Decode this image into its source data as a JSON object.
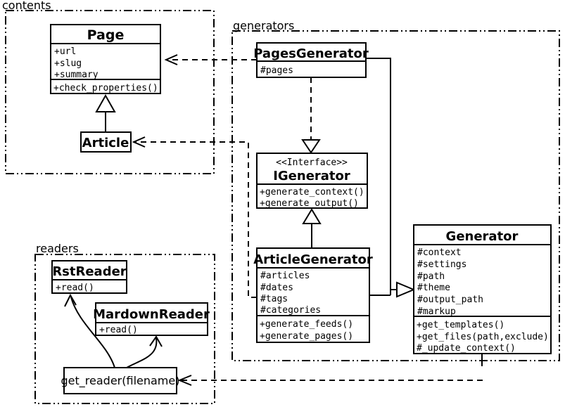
{
  "diagram_type": "uml-class-diagram",
  "colors": {
    "ink": "#000000",
    "paper": "#ffffff"
  },
  "packages": {
    "contents": {
      "label": "contents"
    },
    "generators": {
      "label": "generators"
    },
    "readers": {
      "label": "readers"
    }
  },
  "classes": {
    "page": {
      "name": "Page",
      "attributes": [
        "+url",
        "+slug",
        "+summary"
      ],
      "methods": [
        "+check_properties()"
      ]
    },
    "article": {
      "name": "Article"
    },
    "pages_generator": {
      "name": "PagesGenerator",
      "attributes": [
        "#pages"
      ]
    },
    "igenerator": {
      "stereotype": "<<Interface>>",
      "name": "IGenerator",
      "methods": [
        "+generate_context()",
        "+generate_output()"
      ]
    },
    "article_generator": {
      "name": "ArticleGenerator",
      "attributes": [
        "#articles",
        "#dates",
        "#tags",
        "#categories"
      ],
      "methods": [
        "+generate_feeds()",
        "+generate_pages()"
      ]
    },
    "generator": {
      "name": "Generator",
      "attributes": [
        "#context",
        "#settings",
        "#path",
        "#theme",
        "#output_path",
        "#markup"
      ],
      "methods": [
        "+get_templates()",
        "+get_files(path,exclude)",
        "#_update_context()"
      ]
    },
    "rst_reader": {
      "name": "RstReader",
      "methods": [
        "+read()"
      ]
    },
    "mardown_reader": {
      "name": "MardownReader",
      "methods": [
        "+read()"
      ]
    },
    "get_reader": {
      "label": "get_reader(filename)"
    }
  },
  "relationships": [
    {
      "type": "inheritance",
      "from": "Article",
      "to": "Page"
    },
    {
      "type": "dependency",
      "from": "PagesGenerator",
      "to": "Page"
    },
    {
      "type": "dependency",
      "from": "ArticleGenerator",
      "to": "Article"
    },
    {
      "type": "realization",
      "from": "PagesGenerator",
      "to": "IGenerator"
    },
    {
      "type": "realization",
      "from": "ArticleGenerator",
      "to": "IGenerator"
    },
    {
      "type": "inheritance",
      "from": "PagesGenerator",
      "to": "Generator"
    },
    {
      "type": "inheritance",
      "from": "ArticleGenerator",
      "to": "Generator"
    },
    {
      "type": "dependency",
      "from": "Generator",
      "to": "get_reader(filename)"
    },
    {
      "type": "call",
      "from": "get_reader(filename)",
      "to": "RstReader"
    },
    {
      "type": "call",
      "from": "get_reader(filename)",
      "to": "MardownReader"
    }
  ]
}
